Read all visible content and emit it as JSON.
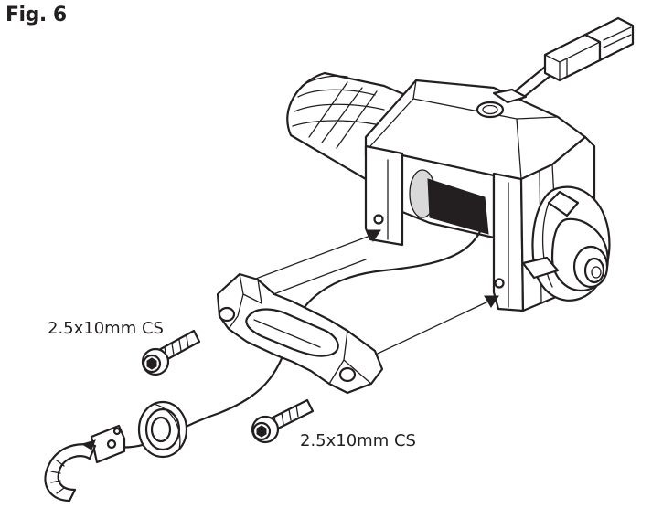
{
  "figure": {
    "label": "Fig. 6"
  },
  "callouts": [
    {
      "text": "2.5x10mm CS"
    },
    {
      "text": "2.5x10mm CS"
    }
  ]
}
